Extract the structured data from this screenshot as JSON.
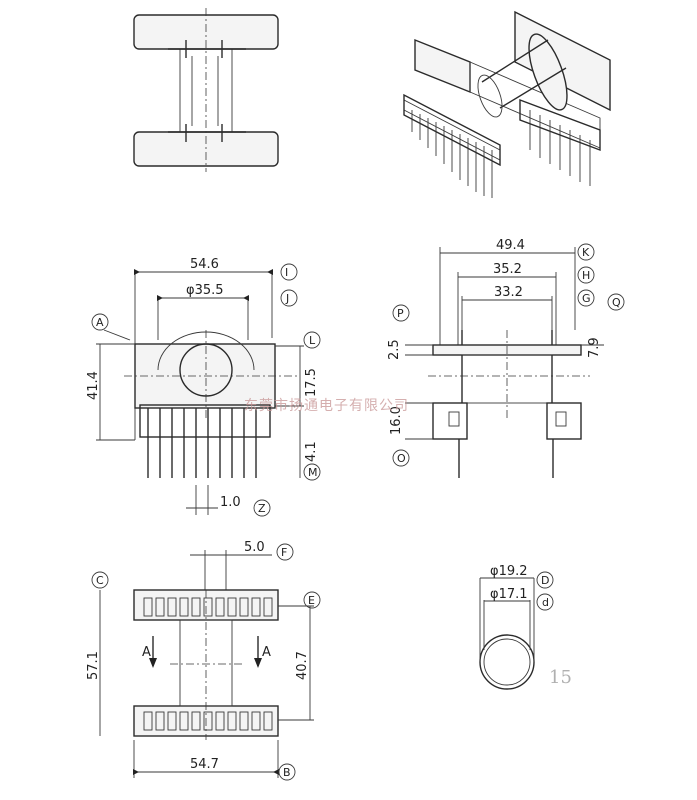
{
  "dimensions": {
    "front_width": "54.6",
    "front_bore": "φ35.5",
    "front_height": "41.4",
    "front_mid": "17.5",
    "front_pin_len": "4.1",
    "pin_pitch": "1.0",
    "side_total": "49.4",
    "side_mid": "35.2",
    "side_inner": "33.2",
    "side_flange": "2.5",
    "side_right": "7.9",
    "side_lower": "16.0",
    "bottom_pitch": "5.0",
    "bottom_height": "57.1",
    "bottom_inner": "40.7",
    "bottom_width": "54.7",
    "tube_outer": "φ19.2",
    "tube_inner": "φ17.1"
  },
  "labels": {
    "I": "I",
    "J": "J",
    "A": "A",
    "L": "L",
    "M": "M",
    "Z": "Z",
    "K": "K",
    "H": "H",
    "G": "G",
    "P": "P",
    "Q": "Q",
    "O": "O",
    "F": "F",
    "C": "C",
    "E": "E",
    "B": "B",
    "D": "D",
    "d": "d"
  },
  "section": {
    "left": "A",
    "right": "A"
  },
  "watermark": "东莞市扬通电子有限公司",
  "page_number": "15"
}
